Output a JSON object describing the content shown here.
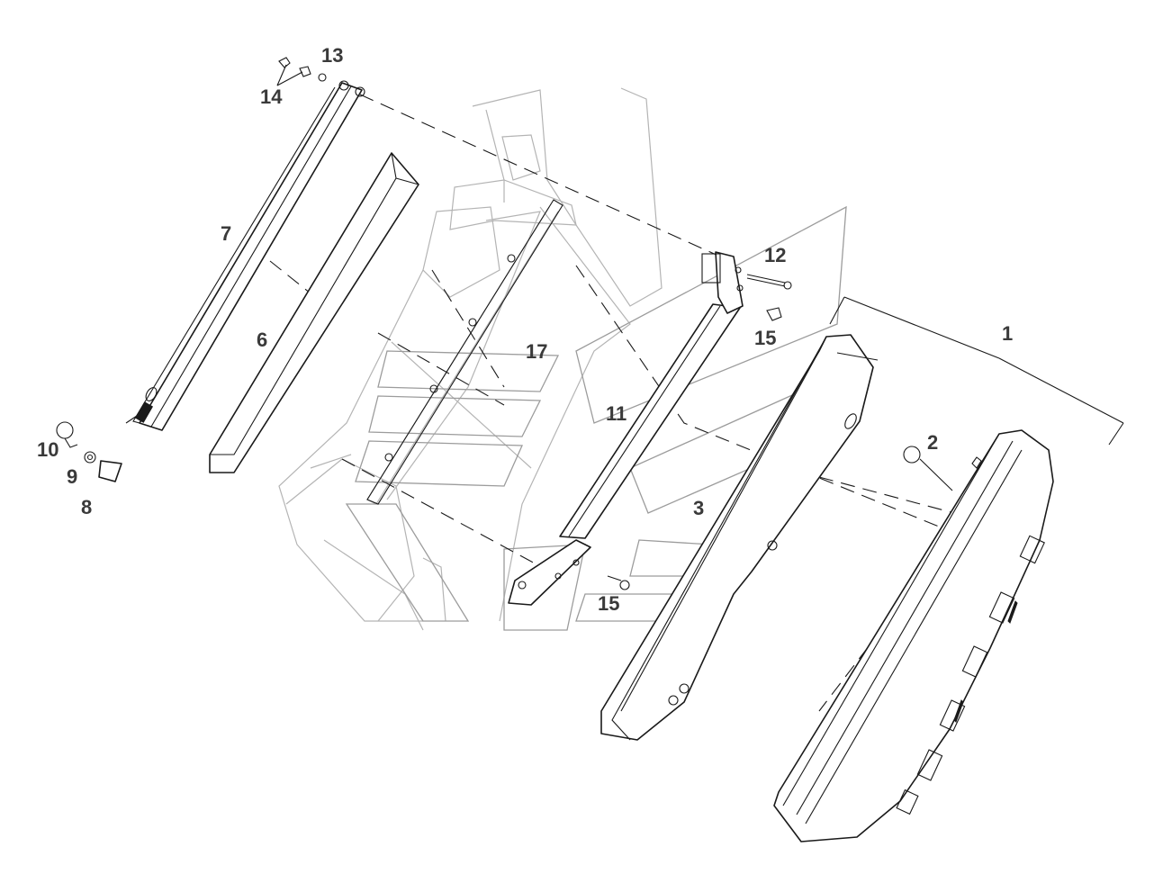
{
  "callouts": {
    "c1": "1",
    "c2": "2",
    "c3": "3",
    "c6": "6",
    "c7": "7",
    "c8": "8",
    "c9": "9",
    "c10": "10",
    "c11": "11",
    "c12": "12",
    "c13": "13",
    "c14": "14",
    "c15a": "15",
    "c15b": "15",
    "c17": "17"
  },
  "colors": {
    "line": "#1a1a1a",
    "ghost_line": "#b4b4b4",
    "watermark": "#9c9c9c",
    "label_text": "#3a3a3a",
    "background": "#ffffff"
  }
}
